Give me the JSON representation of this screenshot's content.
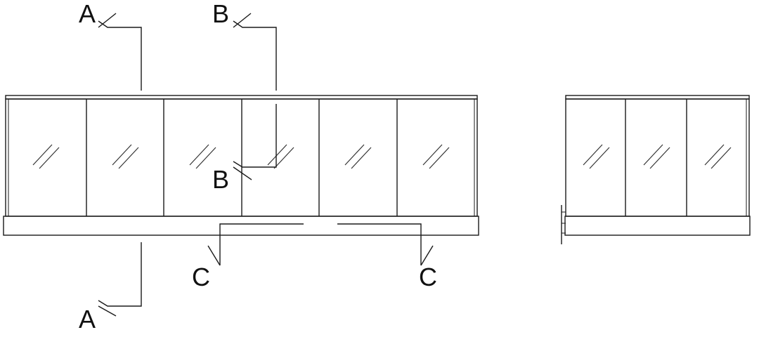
{
  "sections": {
    "a_top": "A",
    "a_bottom": "A",
    "b_top": "B",
    "b_bottom": "B",
    "c_left": "C",
    "c_right": "C"
  },
  "colors": {
    "line": "#1a1a1a",
    "background": "#ffffff"
  }
}
